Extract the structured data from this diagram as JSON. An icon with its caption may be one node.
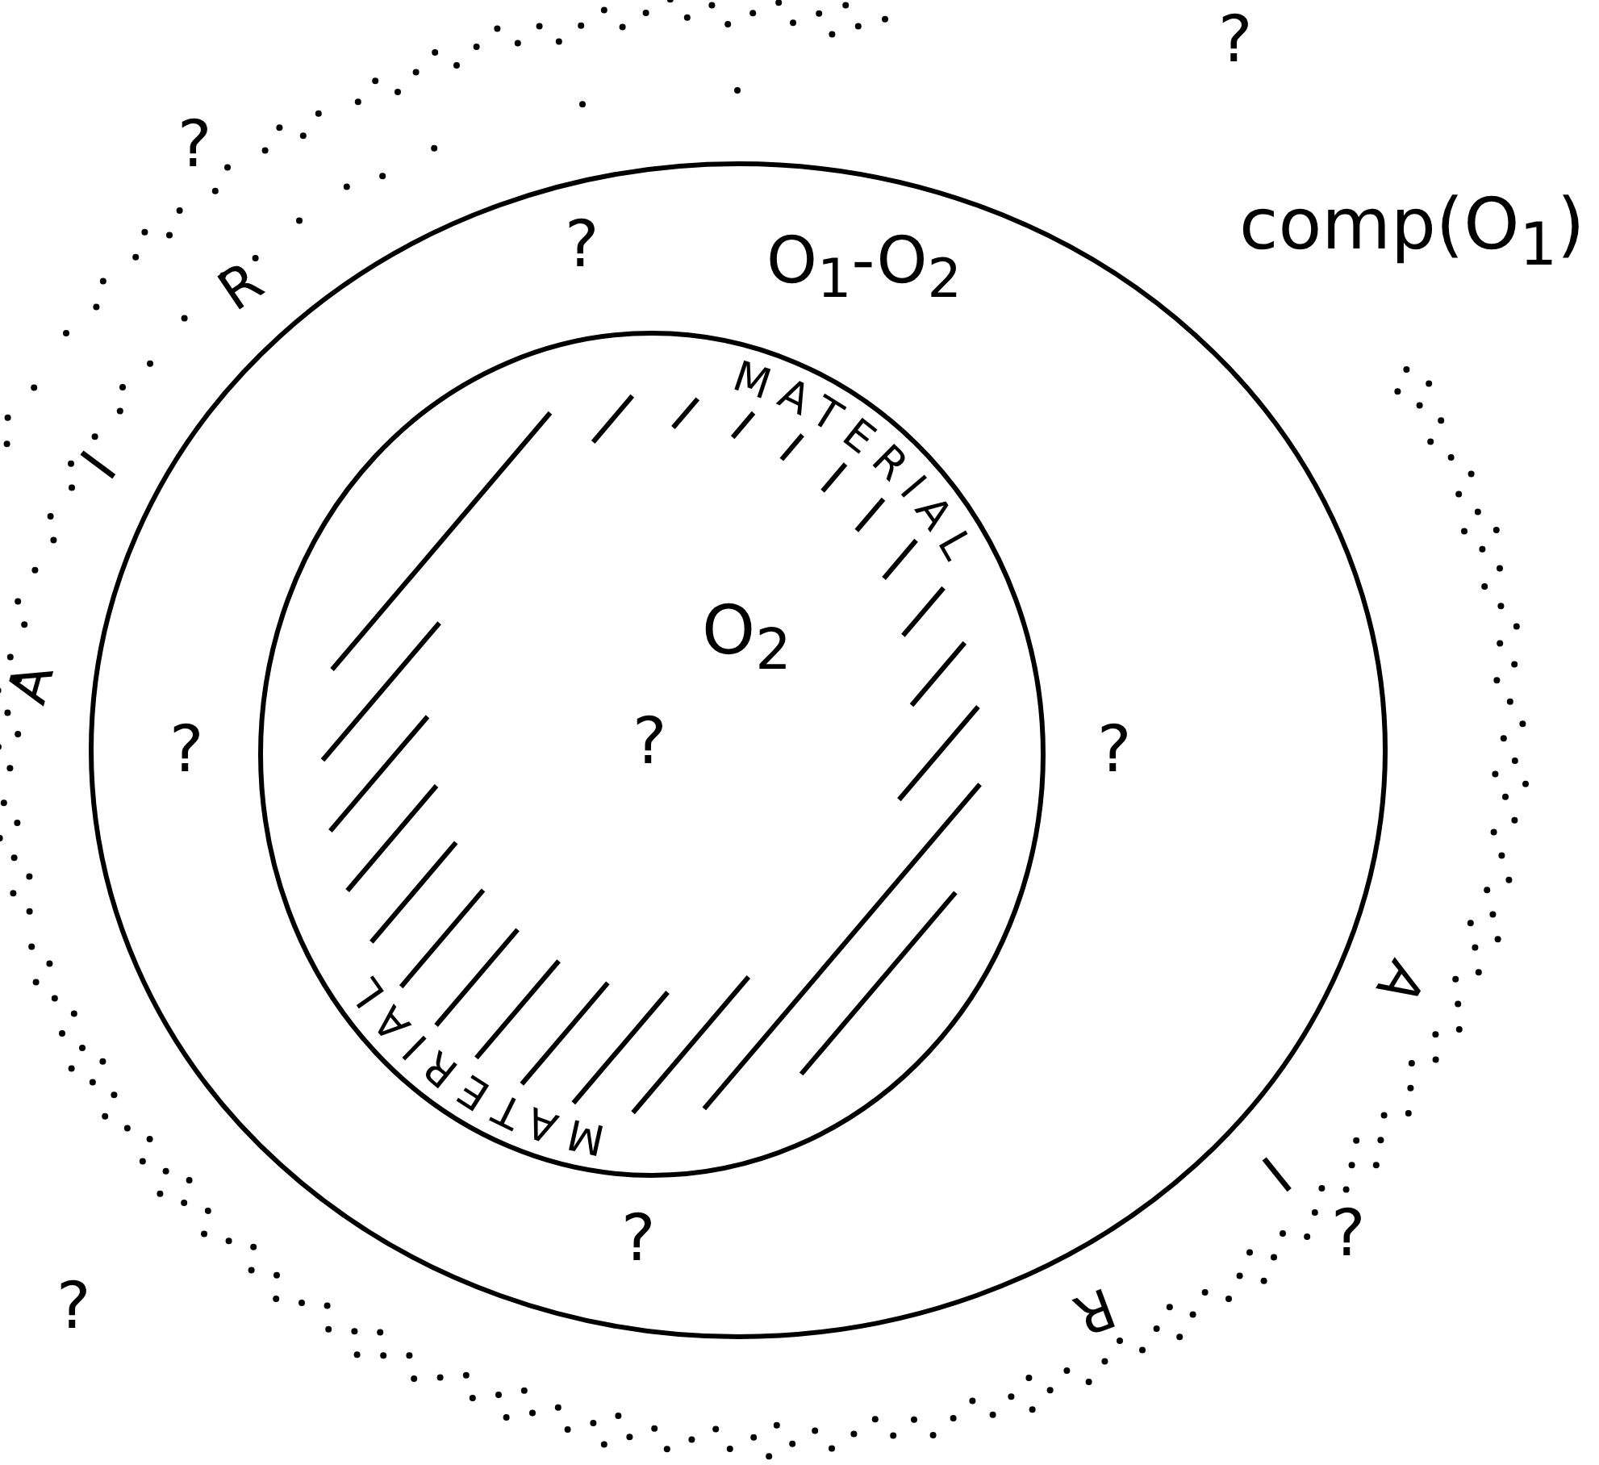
{
  "diagram": {
    "nodes": [
      {
        "text": [
          "O$_{1}$-O$_{2}$",
          "?",
          "?",
          "?",
          "?"
        ]
      },
      {
        "text": [
          "O$_{2}$",
          "MATERIAL",
          "?",
          "MATERIAL"
        ],
        "in": 0
      }
    ],
    "edges": [],
    "labels": [
      "?",
      "?",
      "comp(O$_{1}$)",
      "AIR",
      "AIR",
      "?",
      "?"
    ]
  }
}
